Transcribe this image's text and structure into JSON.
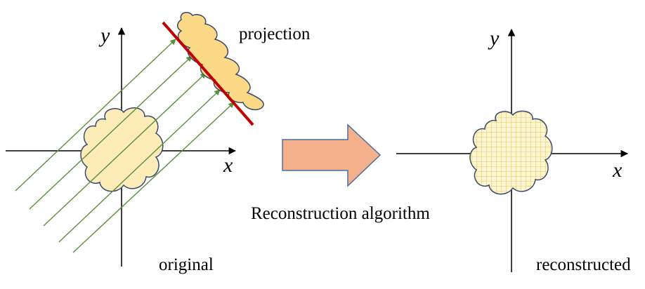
{
  "left_panel": {
    "y_axis_label": "y",
    "x_axis_label": "x",
    "projection_label": "projection",
    "original_label": "original",
    "colors": {
      "blob_fill": "#fdebb8",
      "projection_fill": "#fbd987",
      "blob_stroke": "#3b4a6b",
      "ray": "#5a8f3c",
      "detector": "#c00000"
    }
  },
  "middle": {
    "arrow_label": "Reconstruction algorithm",
    "arrow_color": "#f4b08a",
    "arrow_stroke": "#4a6fa5"
  },
  "right_panel": {
    "y_axis_label": "y",
    "x_axis_label": "x",
    "reconstructed_label": "reconstructed",
    "colors": {
      "blob_fill": "#fff6d6",
      "grid": "#f2c84b"
    }
  }
}
